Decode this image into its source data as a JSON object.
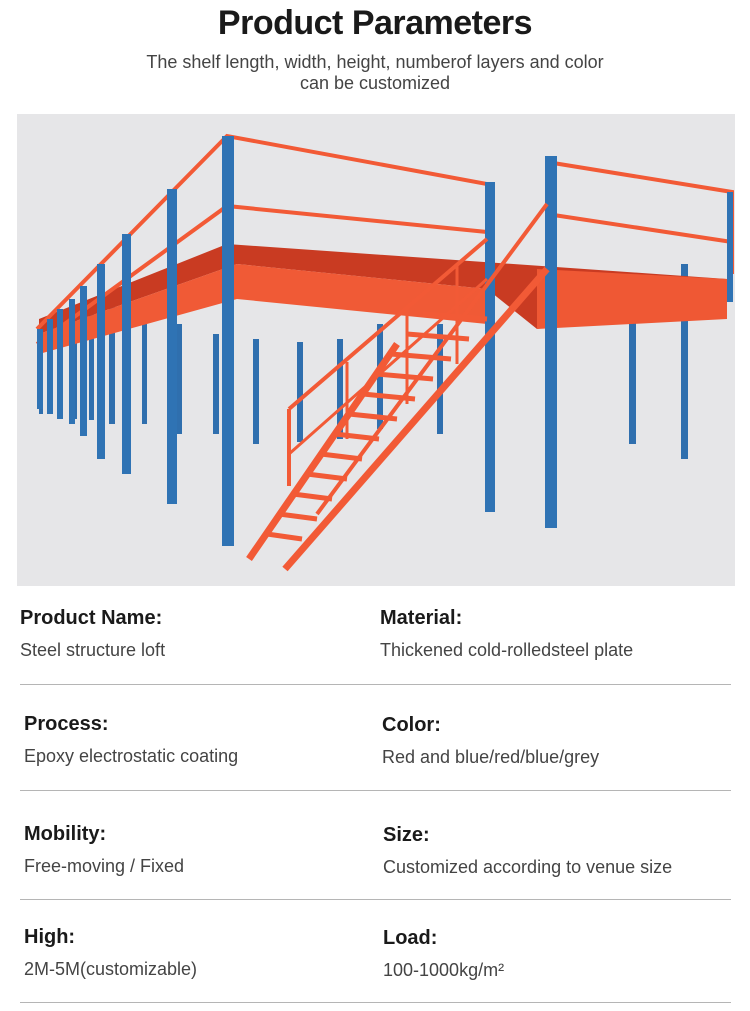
{
  "header": {
    "title": "Product Parameters",
    "subtitle_line1": "The shelf length, width, height, numberof layers and color",
    "subtitle_line2": "can be customized"
  },
  "colors": {
    "orange": "#f25a36",
    "blue": "#2f73b4",
    "background": "#e6e6e8"
  },
  "params": [
    {
      "label": "Product Name:",
      "value": "Steel structure loft"
    },
    {
      "label": "Material:",
      "value": "Thickened cold-rolledsteel plate"
    },
    {
      "label": "Process:",
      "value": "Epoxy electrostatic coating"
    },
    {
      "label": "Color:",
      "value": "Red and blue/red/blue/grey"
    },
    {
      "label": "Mobility:",
      "value": "Free-moving / Fixed"
    },
    {
      "label": "Size:",
      "value": "Customized according to venue size"
    },
    {
      "label": "High:",
      "value": "2M-5M(customizable)"
    },
    {
      "label": "Load:",
      "value": "100-1000kg/m²"
    }
  ]
}
